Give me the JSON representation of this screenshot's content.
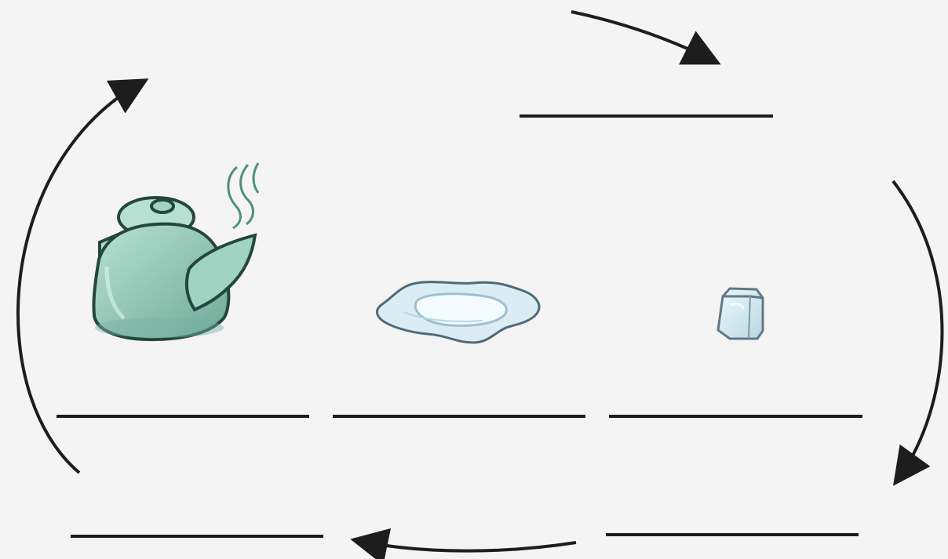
{
  "diagram": {
    "type": "water-cycle-worksheet",
    "states": [
      {
        "id": "kettle",
        "icon": "steaming-kettle-icon",
        "label": ""
      },
      {
        "id": "puddle",
        "icon": "water-puddle-icon",
        "label": ""
      },
      {
        "id": "ice",
        "icon": "ice-cube-icon",
        "label": ""
      }
    ],
    "blanks": {
      "top": "",
      "under_kettle": "",
      "under_puddle": "",
      "under_ice": "",
      "bottom_left": "",
      "bottom_right": ""
    },
    "colors": {
      "background": "#f4f4f4",
      "kettle_body": "#9fd3c2",
      "kettle_dark": "#4f8f7b",
      "ice": "#cfe6ee",
      "puddle": "#dcecf5",
      "ink": "#1d1d1d"
    }
  }
}
